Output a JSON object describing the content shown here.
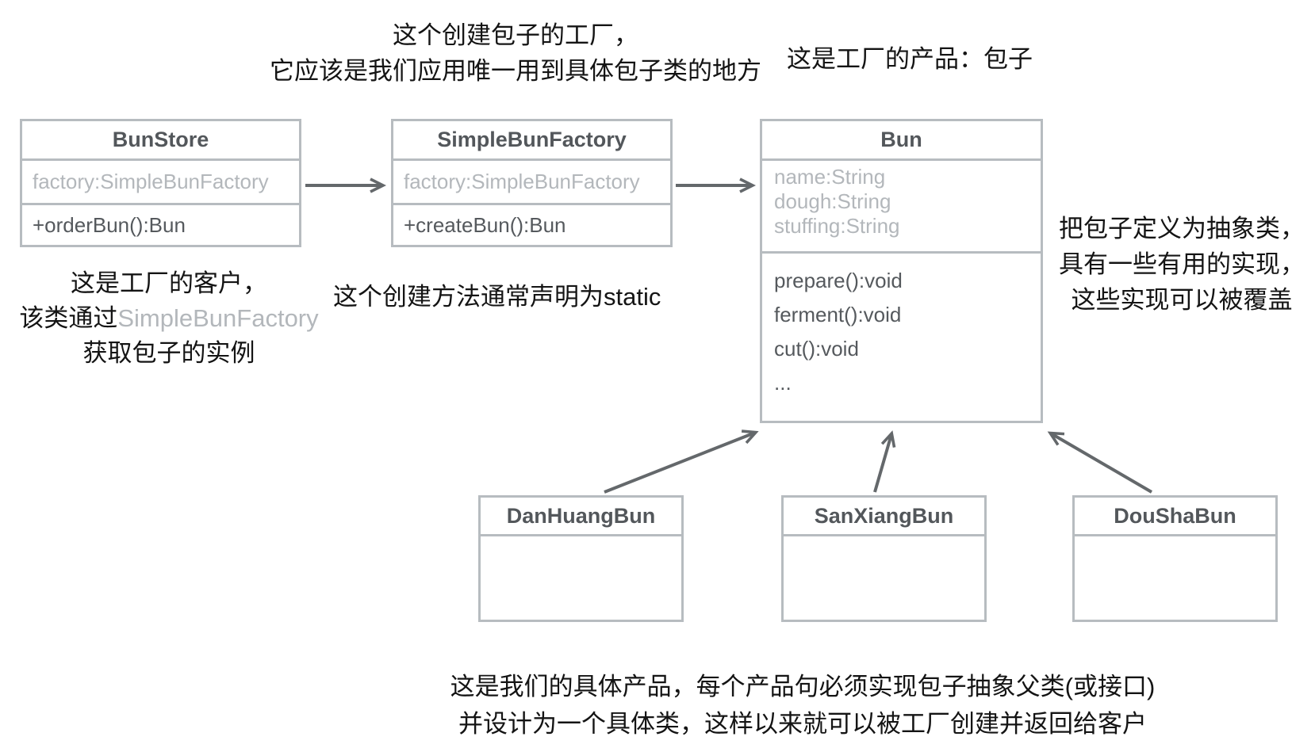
{
  "diagram": {
    "notes": {
      "factory_note": {
        "line1": "这个创建包子的工厂，",
        "line2": "它应该是我们应用唯一用到具体包子类的地方"
      },
      "product_note": "这是工厂的产品：包子",
      "client_note": {
        "line1": "这是工厂的客户，",
        "line2_black": "该类通过",
        "line2_gray": "SimpleBunFactory",
        "line3": "获取包子的实例"
      },
      "static_note": "这个创建方法通常声明为static",
      "abstract_note": {
        "line1": "把包子定义为抽象类，",
        "line2": "具有一些有用的实现，",
        "line3": "这些实现可以被覆盖"
      },
      "concrete_note": {
        "line1": "这是我们的具体产品，每个产品句必须实现包子抽象父类(或接口)",
        "line2": "并设计为一个具体类，这样以来就可以被工厂创建并返回给客户"
      }
    },
    "classes": {
      "bunStore": {
        "name": "BunStore",
        "attributes": [
          "factory:SimpleBunFactory"
        ],
        "methods": [
          "+orderBun():Bun"
        ]
      },
      "simpleBunFactory": {
        "name": "SimpleBunFactory",
        "attributes": [
          "factory:SimpleBunFactory"
        ],
        "methods": [
          "+createBun():Bun"
        ]
      },
      "bun": {
        "name": "Bun",
        "attributes": [
          "name:String",
          "dough:String",
          "stuffing:String"
        ],
        "methods": [
          "prepare():void",
          "ferment():void",
          "cut():void",
          "..."
        ]
      },
      "danHuangBun": {
        "name": "DanHuangBun",
        "attributes": [],
        "methods": []
      },
      "sanXiangBun": {
        "name": "SanXiangBun",
        "attributes": [],
        "methods": []
      },
      "douShaBun": {
        "name": "DouShaBun",
        "attributes": [],
        "methods": []
      }
    },
    "relations": [
      {
        "from": "BunStore",
        "to": "SimpleBunFactory",
        "type": "association-arrow"
      },
      {
        "from": "SimpleBunFactory",
        "to": "Bun",
        "type": "association-arrow"
      },
      {
        "from": "DanHuangBun",
        "to": "Bun",
        "type": "inheritance-arrow"
      },
      {
        "from": "SanXiangBun",
        "to": "Bun",
        "type": "inheritance-arrow"
      },
      {
        "from": "DouShaBun",
        "to": "Bun",
        "type": "inheritance-arrow"
      }
    ],
    "colors": {
      "box_border": "#b7bcc0",
      "title_text": "#53575b",
      "member_text": "#55595d",
      "muted_text": "#b3b7bb",
      "arrow": "#64686b",
      "note_text": "#141414"
    }
  }
}
